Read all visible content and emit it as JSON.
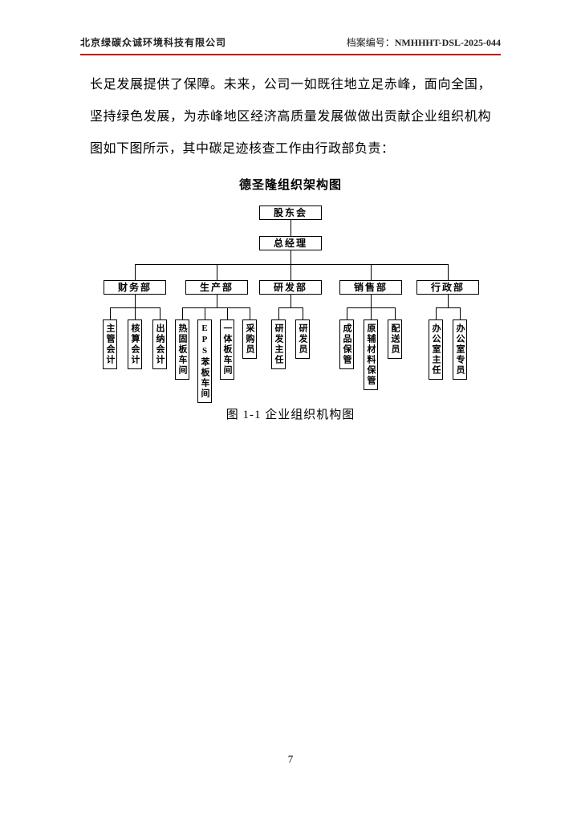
{
  "header": {
    "company": "北京绿碳众诚环境科技有限公司",
    "archive_label": "档案编号：",
    "archive_number": "NMHHHT-DSL-2025-044"
  },
  "body": {
    "lines": [
      "长足发展提供了保障。未来，公司一如既往地立足赤峰，面向全国，",
      "坚持绿色发展，为赤峰地区经济高质量发展做做出贡献企业组织机构",
      "图如下图所示，其中碳足迹核查工作由行政部负责："
    ]
  },
  "org_chart": {
    "title": "德圣隆组织架构图",
    "root": "股东会",
    "manager": "总经理",
    "departments": [
      {
        "name": "财务部",
        "children": [
          "主管会计",
          "核算会计",
          "出纳会计"
        ]
      },
      {
        "name": "生产部",
        "children": [
          "热固板车间",
          "EPS苯板车间",
          "一体板车间",
          "采购员"
        ]
      },
      {
        "name": "研发部",
        "children": [
          "研发主任",
          "研发员"
        ]
      },
      {
        "name": "销售部",
        "children": [
          "成品保管",
          "原辅材料保管",
          "配送员"
        ]
      },
      {
        "name": "行政部",
        "children": [
          "办公室主任",
          "办公室专员"
        ]
      }
    ]
  },
  "caption": "图 1-1 企业组织机构图",
  "footer": {
    "page_number": "7"
  },
  "colors": {
    "header_divider": "#c00000"
  }
}
